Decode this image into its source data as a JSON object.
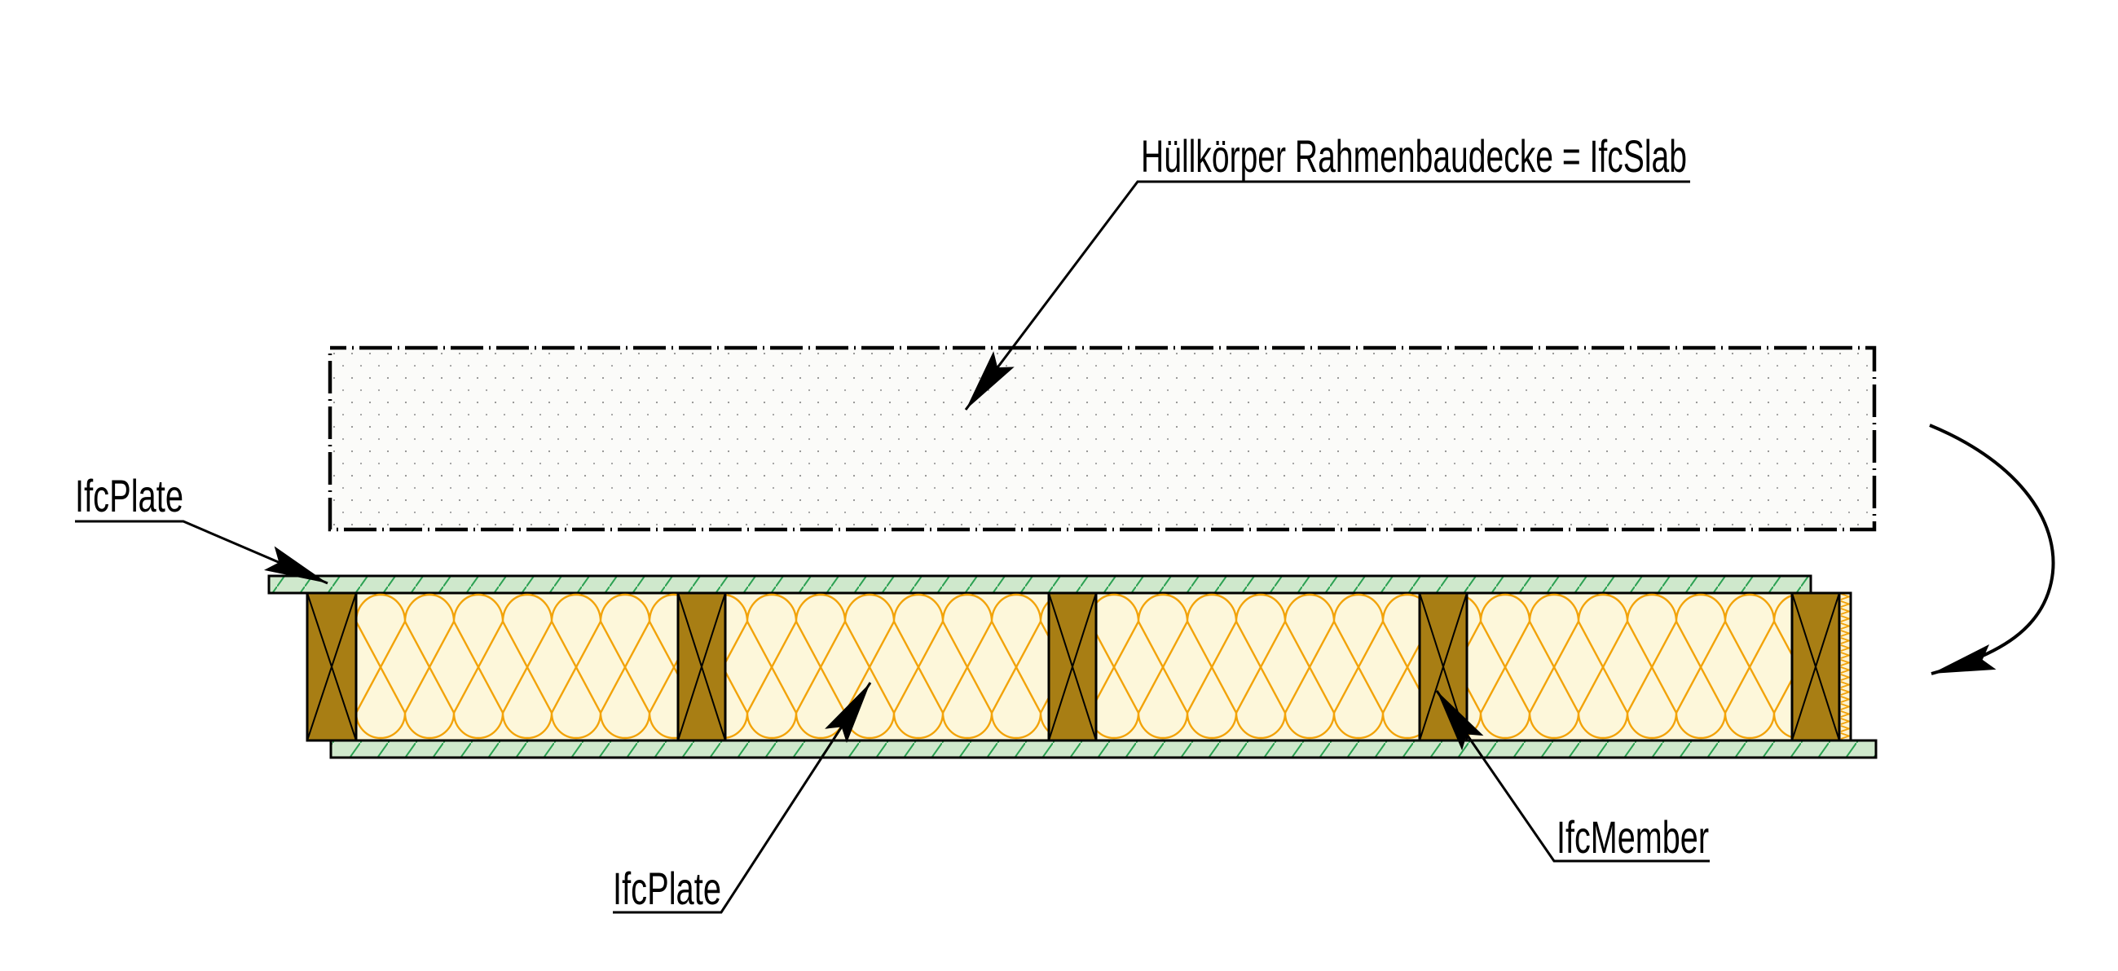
{
  "drawing": {
    "title_label": "Hüllkörper Rahmenbaudecke = IfcSlab",
    "labels": {
      "plate_top": "IfcPlate",
      "plate_bottom": "IfcPlate",
      "member": "IfcMember"
    },
    "components": {
      "hull_body": "Hüllkörper Rahmenbaudecke (IfcSlab envelope, dashed outline with dotted fill)",
      "top_plate": "IfcPlate (upper sheathing board, green hatched)",
      "bottom_plate": "IfcPlate (lower sheathing board, green hatched)",
      "members": "IfcMember (5 timber joists, brown with X cross)",
      "insulation": "Insulation bays (4, cream with orange batt hatch)",
      "edge_strip": "Edge sealing strip (orange zigzag, right end)"
    },
    "colors": {
      "outline": "#000000",
      "plate_fill": "#cfe8cc",
      "plate_hatch": "#2ba152",
      "member_fill": "#a87e14",
      "insulation_fill": "#fdf7da",
      "insulation_hatch": "#f2a30a",
      "hull_fill": "#fbfbf9",
      "hull_dots": "#909090"
    }
  }
}
